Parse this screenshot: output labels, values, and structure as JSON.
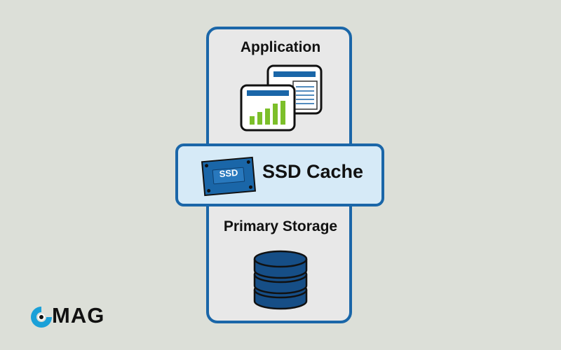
{
  "diagram": {
    "application_label": "Application",
    "cache_badge": "SSD",
    "cache_label": "SSD Cache",
    "storage_label": "Primary Storage"
  },
  "brand": {
    "logo_text": "MAG"
  },
  "colors": {
    "background": "#dcdfd8",
    "border_blue": "#1a66a8",
    "cache_fill": "#d6eaf7",
    "chart_green": "#7cbf2a",
    "disk_blue": "#164e86"
  },
  "icons": [
    "dashboard-window-icon",
    "document-window-icon",
    "ssd-drive-icon",
    "database-icon",
    "pcmag-logo-icon"
  ]
}
